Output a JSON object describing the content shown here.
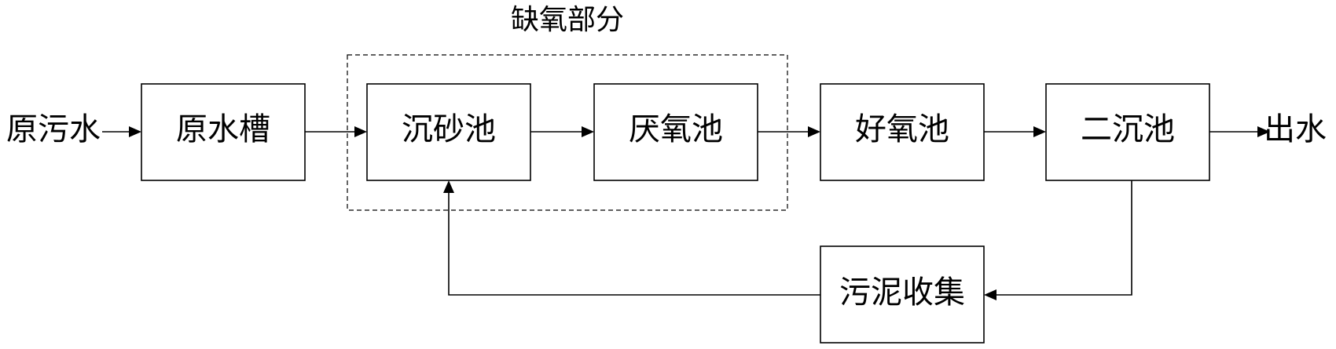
{
  "diagram": {
    "section_title": "缺氧部分",
    "input_label": "原污水",
    "output_label": "出水",
    "nodes": {
      "raw_tank": "原水槽",
      "grit_chamber": "沉砂池",
      "anaerobic": "厌氧池",
      "aerobic": "好氧池",
      "secondary_clarifier": "二沉池",
      "sludge_collection": "污泥收集"
    }
  }
}
